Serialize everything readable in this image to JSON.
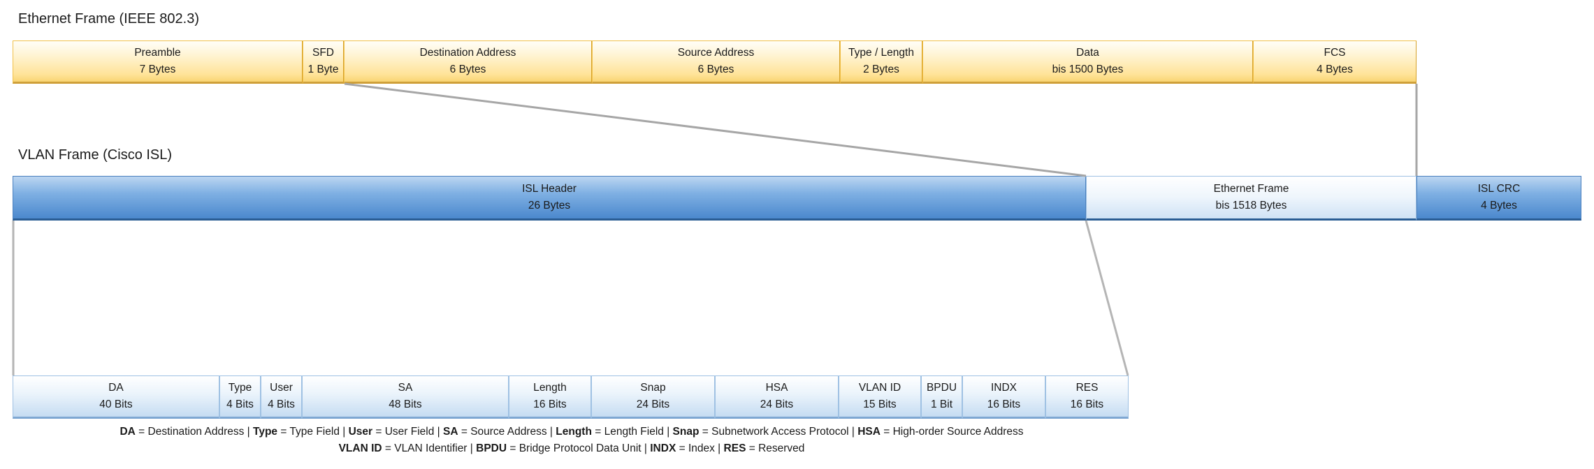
{
  "ethernet_frame": {
    "title": "Ethernet Frame (IEEE 802.3)",
    "fields": [
      {
        "name": "Preamble",
        "size": "7 Bytes"
      },
      {
        "name": "SFD",
        "size": "1 Byte"
      },
      {
        "name": "Destination Address",
        "size": "6 Bytes"
      },
      {
        "name": "Source Address",
        "size": "6 Bytes"
      },
      {
        "name": "Type / Length",
        "size": "2 Bytes"
      },
      {
        "name": "Data",
        "size": "bis 1500 Bytes"
      },
      {
        "name": "FCS",
        "size": "4 Bytes"
      }
    ]
  },
  "vlan_frame": {
    "title": "VLAN Frame (Cisco ISL)",
    "fields": [
      {
        "name": "ISL Header",
        "size": "26 Bytes"
      },
      {
        "name": "Ethernet Frame",
        "size": "bis 1518 Bytes"
      },
      {
        "name": "ISL CRC",
        "size": "4 Bytes"
      }
    ]
  },
  "isl_header_fields": [
    {
      "name": "DA",
      "size": "40 Bits"
    },
    {
      "name": "Type",
      "size": "4 Bits"
    },
    {
      "name": "User",
      "size": "4 Bits"
    },
    {
      "name": "SA",
      "size": "48 Bits"
    },
    {
      "name": "Length",
      "size": "16 Bits"
    },
    {
      "name": "Snap",
      "size": "24 Bits"
    },
    {
      "name": "HSA",
      "size": "24 Bits"
    },
    {
      "name": "VLAN ID",
      "size": "15 Bits"
    },
    {
      "name": "BPDU",
      "size": "1 Bit"
    },
    {
      "name": "INDX",
      "size": "16 Bits"
    },
    {
      "name": "RES",
      "size": "16 Bits"
    }
  ],
  "legend": {
    "line1": [
      {
        "term": "DA",
        "def": " = Destination Address  | "
      },
      {
        "term": "Type",
        "def": " = Type Field  | "
      },
      {
        "term": "User",
        "def": " = User Field | "
      },
      {
        "term": "SA",
        "def": " = Source Address | "
      },
      {
        "term": "Length",
        "def": " = Length Field | "
      },
      {
        "term": "Snap",
        "def": " = Subnetwork Access Protocol | "
      },
      {
        "term": "HSA",
        "def": " = High-order Source Address"
      }
    ],
    "line2": [
      {
        "term": "VLAN ID",
        "def": " = VLAN Identifier | "
      },
      {
        "term": "BPDU",
        "def": " = Bridge Protocol Data Unit | "
      },
      {
        "term": "INDX",
        "def": " = Index | "
      },
      {
        "term": "RES",
        "def": " = Reserved"
      }
    ]
  },
  "colors": {
    "ethernet_fill": "#ffe399",
    "ethernet_border": "#f2c14a",
    "isl_dark_fill": "#4b88cd",
    "isl_light_fill": "#eef5fc",
    "connector_line": "#a6a6a6"
  }
}
